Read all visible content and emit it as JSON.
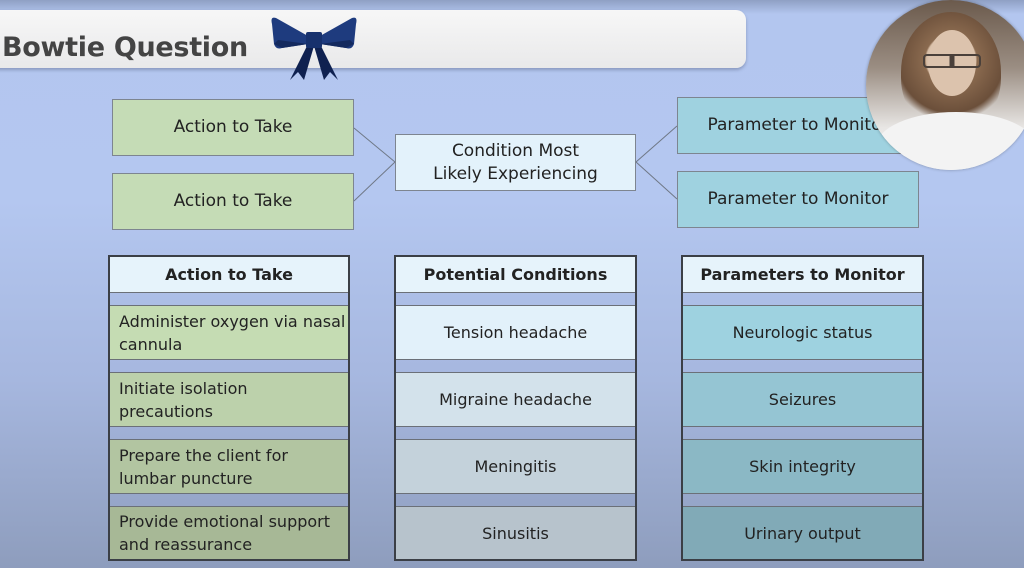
{
  "header": {
    "title": "Bowtie Question",
    "icon": "bow-icon"
  },
  "bowtie_diagram": {
    "left_boxes": [
      "Action to Take",
      "Action to Take"
    ],
    "center_box": [
      "Condition Most",
      "Likely Experiencing"
    ],
    "right_boxes": [
      "Parameter to Monitor",
      "Parameter to Monitor"
    ]
  },
  "columns": [
    {
      "title": "Action to Take",
      "items": [
        [
          "Administer oxygen via nasal",
          "cannula"
        ],
        [
          "Initiate isolation",
          "precautions"
        ],
        [
          "Prepare the client for",
          "lumbar puncture"
        ],
        [
          "Provide emotional support",
          "and reassurance"
        ]
      ]
    },
    {
      "title": "Potential Conditions",
      "items": [
        [
          "Tension headache"
        ],
        [
          "Migraine headache"
        ],
        [
          "Meningitis"
        ],
        [
          "Sinusitis"
        ]
      ]
    },
    {
      "title": "Parameters to Monitor",
      "items": [
        [
          "Neurologic status"
        ],
        [
          "Seizures"
        ],
        [
          "Skin integrity"
        ],
        [
          "Urinary output"
        ]
      ]
    }
  ],
  "presenter": {
    "type": "webcam-overlay"
  },
  "colors": {
    "action": "#c5dcb6",
    "condition": "#e3f2fb",
    "parameter": "#9fd2e0",
    "bow": "#1f3a7a"
  }
}
